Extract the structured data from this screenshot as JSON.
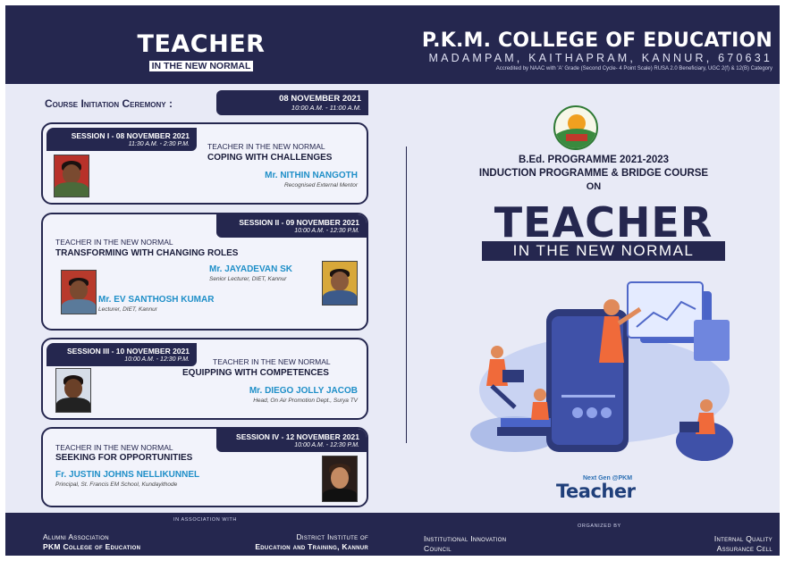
{
  "header": {
    "title_big": "TEACHER",
    "title_small": "IN THE NEW NORMAL",
    "college_name": "P.K.M. COLLEGE OF EDUCATION",
    "college_address": "MADAMPAM, KAITHAPRAM, KANNUR, 670631",
    "accreditation": "Accredited by NAAC with 'A' Grade (Second Cycle- 4 Point Scale) RUSA 2.0 Beneficiary, UGC 2(f) & 12(B) Category"
  },
  "ceremony": {
    "label": "Course Initiation Ceremony :",
    "date": "08 NOVEMBER 2021",
    "time": "10:00 A.M. - 11:00 A.M."
  },
  "sessions": [
    {
      "tag_date": "SESSION I - 08 NOVEMBER 2021",
      "tag_time": "11:30 A.M. - 2:30 P.M.",
      "topic": "TEACHER IN THE NEW NORMAL",
      "theme": "COPING WITH CHALLENGES",
      "speakers": [
        {
          "name": "Mr. NITHIN NANGOTH",
          "role": "Recognised External Mentor"
        }
      ]
    },
    {
      "tag_date": "SESSION II - 09 NOVEMBER 2021",
      "tag_time": "10:00 A.M. - 12:30 P.M.",
      "topic": "TEACHER IN THE NEW NORMAL",
      "theme": "TRANSFORMING WITH CHANGING ROLES",
      "speakers": [
        {
          "name": "Mr. JAYADEVAN SK",
          "role": "Senior Lecturer, DIET, Kannur"
        },
        {
          "name": "Mr. EV SANTHOSH KUMAR",
          "role": "Lecturer, DIET, Kannur"
        }
      ]
    },
    {
      "tag_date": "SESSION III - 10 NOVEMBER 2021",
      "tag_time": "10:00 A.M. - 12:30 P.M.",
      "topic": "TEACHER IN THE NEW NORMAL",
      "theme": "EQUIPPING WITH COMPETENCES",
      "speakers": [
        {
          "name": "Mr. DIEGO JOLLY JACOB",
          "role": "Head, On Air Promotion Dept., Surya TV"
        }
      ]
    },
    {
      "tag_date": "SESSION IV - 12 NOVEMBER 2021",
      "tag_time": "10:00 A.M. - 12:30 P.M.",
      "topic": "TEACHER IN THE NEW NORMAL",
      "theme": "SEEKING FOR OPPORTUNITIES",
      "speakers": [
        {
          "name": "Fr. JUSTIN JOHNS NELLIKUNNEL",
          "role": "Principal, St. Francis EM School, Kundayithode"
        }
      ]
    }
  ],
  "programme": {
    "line1": "B.Ed. PROGRAMME 2021-2023",
    "line2": "INDUCTION PROGRAMME & BRIDGE COURSE",
    "line3": "ON",
    "title_big": "TEACHER",
    "title_sub": "IN THE NEW NORMAL"
  },
  "logo": {
    "top": "Next Gen @PKM",
    "main": "Teacher"
  },
  "footer": {
    "association_label": "IN ASSOCIATION WITH",
    "alumni_line1": "Alumni Association",
    "alumni_line2": "PKM College of Education",
    "diet_line1": "District Institute of",
    "diet_line2": "Education and Training, Kannur",
    "organized_label": "ORGANIZED BY",
    "iic_line1": "Institutional Innovation",
    "iic_line2": "Council",
    "iqac_line1": "Internal Quality",
    "iqac_line2": "Assurance Cell"
  },
  "colors": {
    "navy": "#25274f",
    "page_bg": "#e8eaf6",
    "speaker_blue": "#1f8fc8"
  }
}
